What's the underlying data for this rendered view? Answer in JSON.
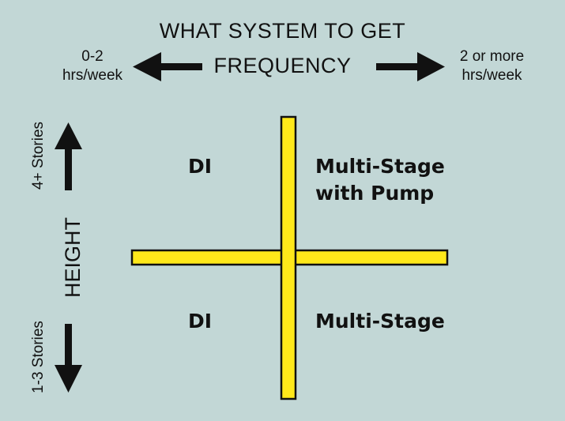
{
  "title": "WHAT SYSTEM TO GET",
  "frequency": {
    "label": "FREQUENCY",
    "low": [
      "0-2",
      "hrs/week"
    ],
    "high": [
      "2 or more",
      "hrs/week"
    ]
  },
  "height": {
    "label": "HEIGHT",
    "high": "4+ Stories",
    "low": "1-3 Stories"
  },
  "quadrants": {
    "top_left": "DI",
    "top_right": [
      "Multi-Stage",
      "with Pump"
    ],
    "bottom_left": "DI",
    "bottom_right": "Multi-Stage"
  },
  "colors": {
    "background": "#c2d7d6",
    "cross": "#ffe81a",
    "ink": "#111111"
  }
}
